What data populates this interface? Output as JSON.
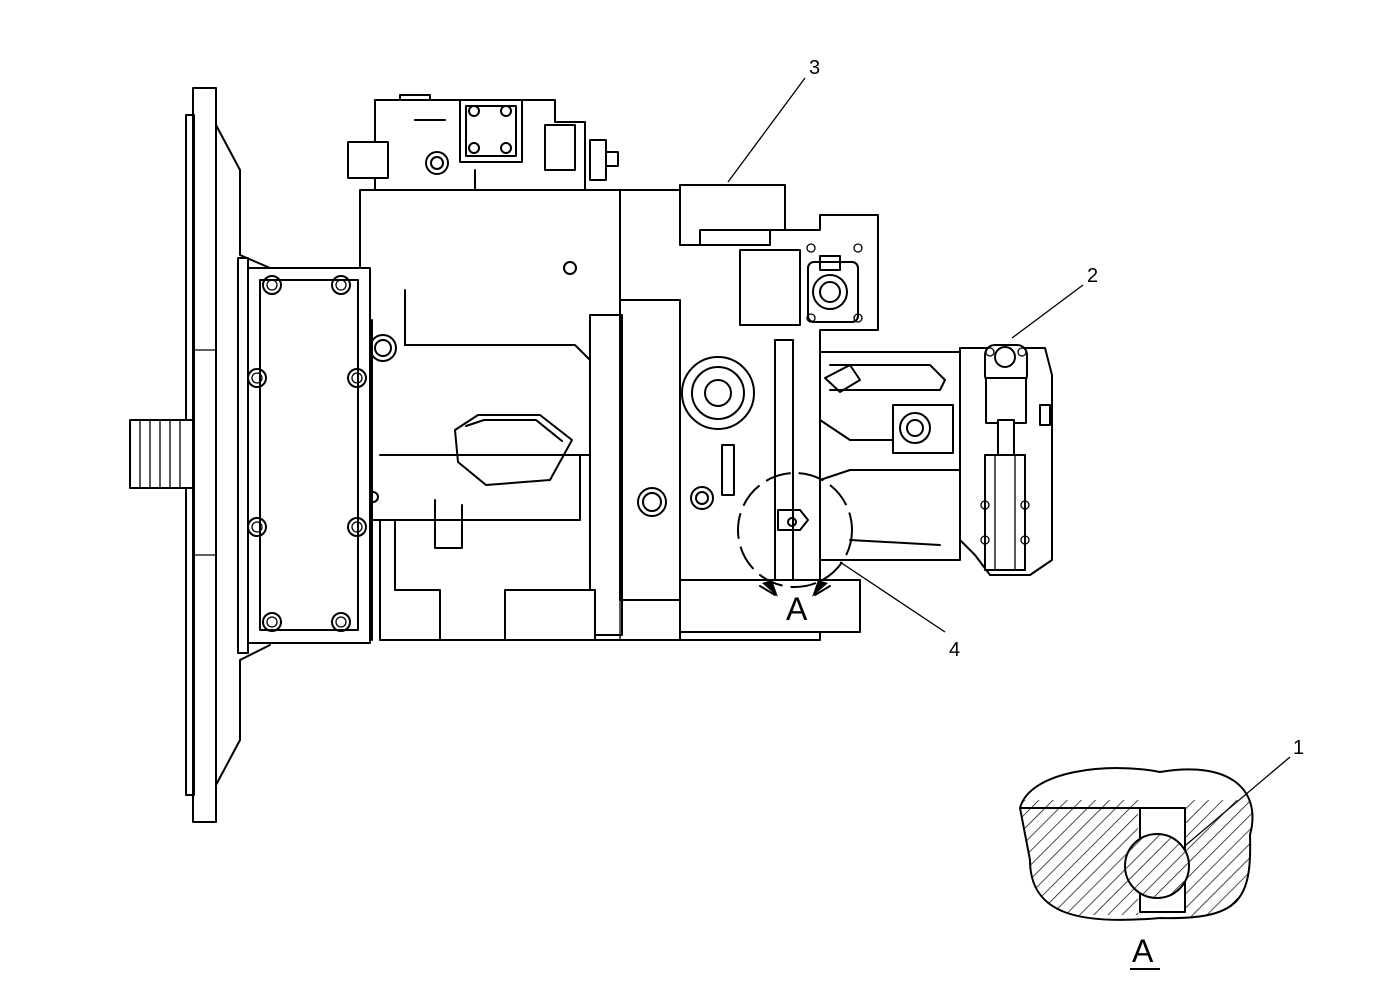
{
  "callouts": {
    "c1": "1",
    "c2": "2",
    "c3": "3",
    "c4": "4"
  },
  "view_marker_label": "A",
  "detail_view_label": "A"
}
